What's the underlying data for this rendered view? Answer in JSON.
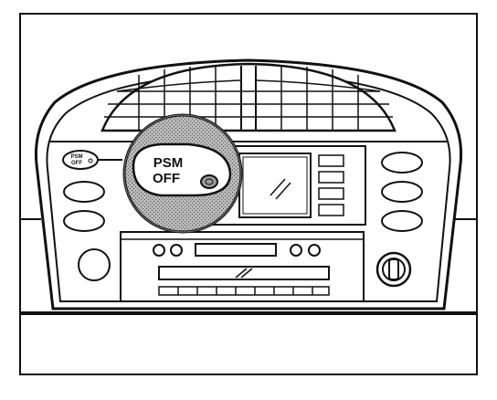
{
  "illustration": {
    "button_label_line1": "PSM",
    "button_label_line2": "OFF",
    "callout_label_line1": "PSM",
    "callout_label_line2": "OFF"
  },
  "colors": {
    "stroke": "#111111",
    "background": "#ffffff",
    "magnifier_fill": "#9a9a9a"
  },
  "icons": [
    "psm-off-button-icon",
    "magnifier-callout",
    "dashboard-console",
    "center-air-vent",
    "display-screen",
    "audio-unit",
    "rotary-knob-icon"
  ]
}
